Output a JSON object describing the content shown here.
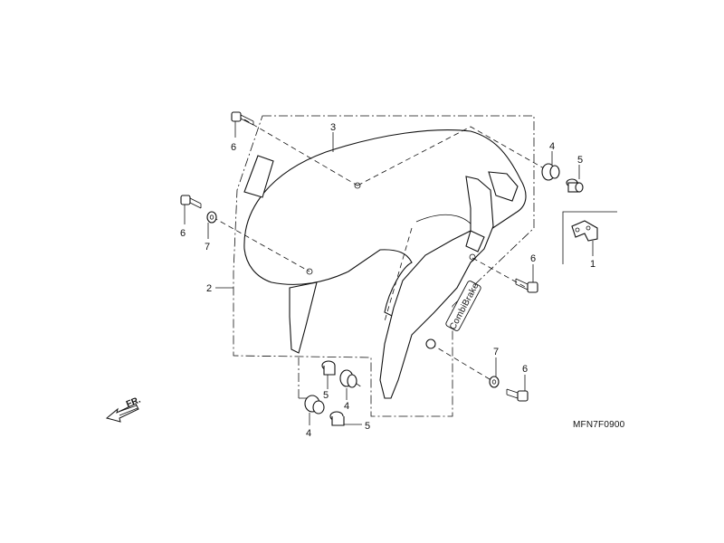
{
  "diagram": {
    "callouts": {
      "c1": "1",
      "c2": "2",
      "c3": "3",
      "c4a": "4",
      "c4b": "4",
      "c4c": "4",
      "c5a": "5",
      "c5b": "5",
      "c5c": "5",
      "c6a": "6",
      "c6b": "6",
      "c6c": "6",
      "c6d": "6",
      "c7a": "7",
      "c7b": "7"
    },
    "direction_label": "FR.",
    "diagram_code": "MFN7F0900",
    "decal_text": "CombiBrake"
  }
}
